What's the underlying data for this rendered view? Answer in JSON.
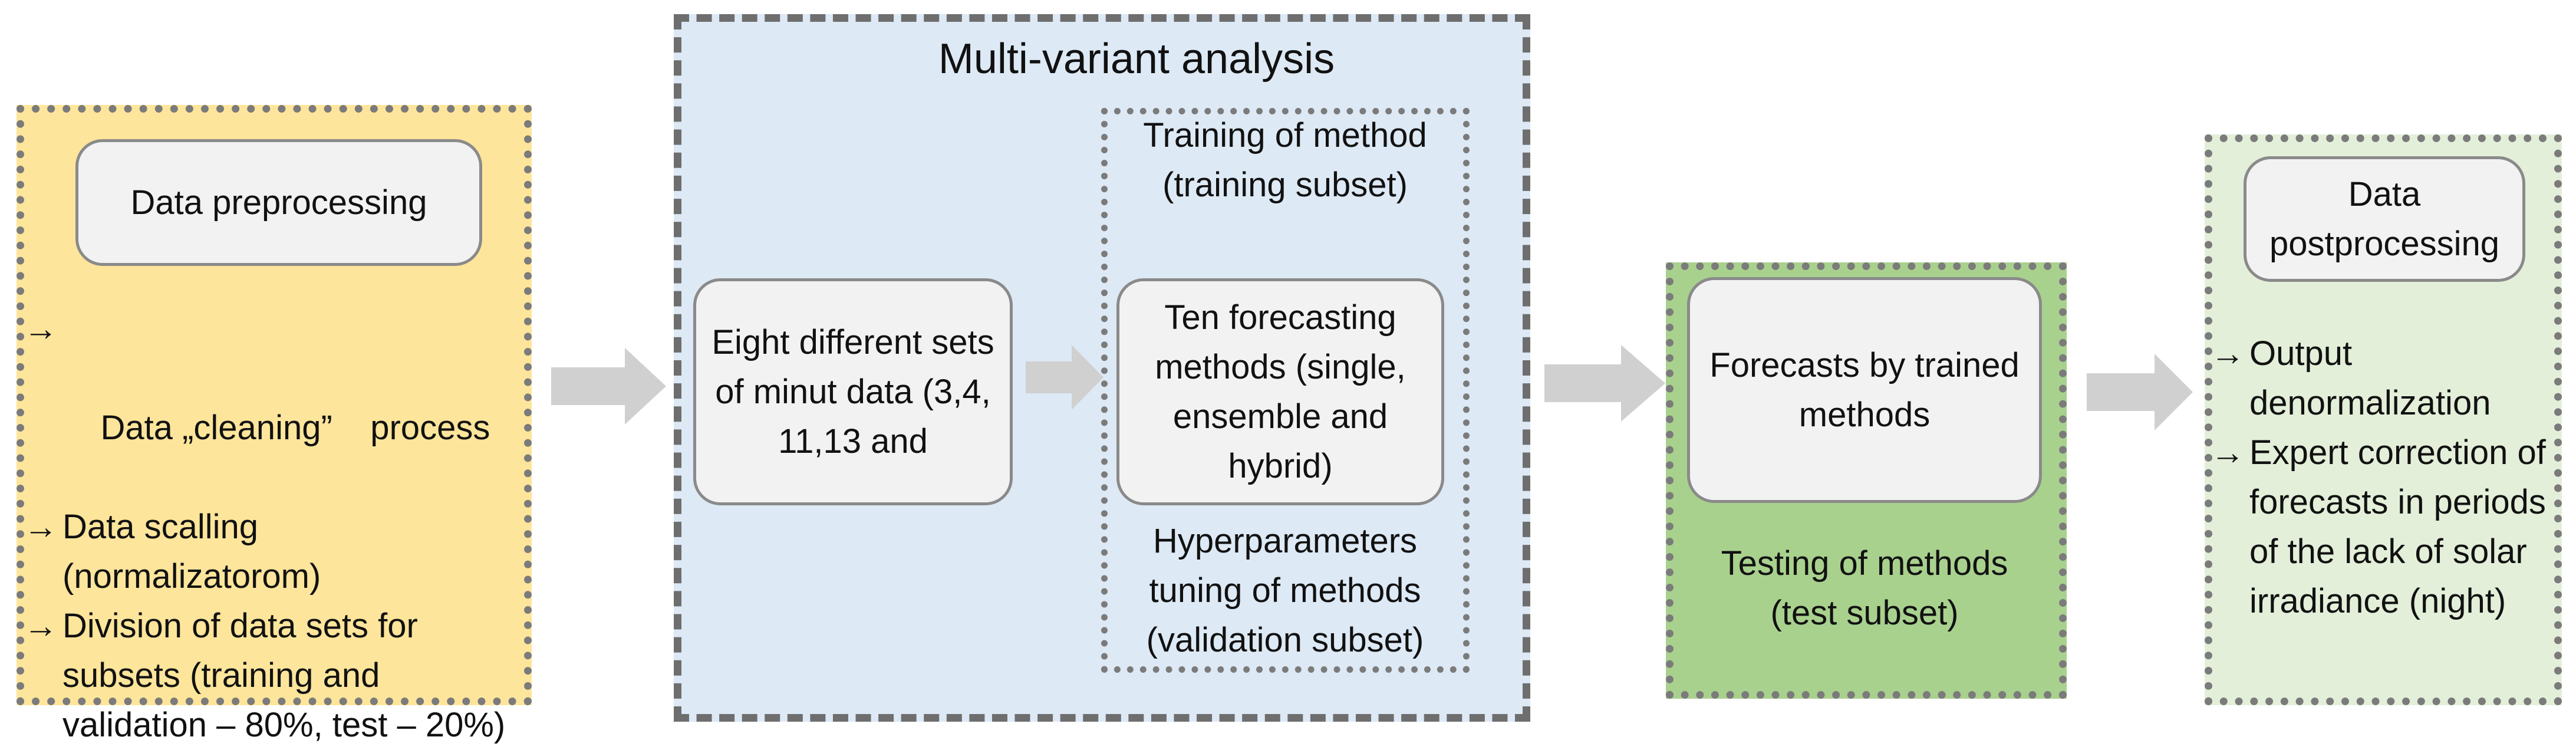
{
  "colors": {
    "preprocessing_fill": "#fde59b",
    "analysis_fill": "#dde9f5",
    "testing_fill": "#a9d18e",
    "postprocessing_fill": "#e3efd9",
    "box_fill": "#f2f2f2",
    "flow_arrow": "#d0d0d0"
  },
  "preprocessing": {
    "title": "Data preprocessing",
    "bullet_symbol": "→",
    "steps": [
      "Data „cleaning”    process",
      "Data scalling (normalizatorom)",
      "Division of data sets for subsets (training and validation – 80%, test – 20%)"
    ]
  },
  "analysis": {
    "title": "Multi-variant analysis",
    "datasets": "Eight different sets of minut data (3,4, 11,13 and",
    "training_header": "Training of method (training subset)",
    "methods": "Ten forecasting methods (single, ensemble and hybrid)",
    "tuning": "Hyperparameters tuning of methods (validation subset)"
  },
  "testing": {
    "forecasts": "Forecasts by trained methods",
    "title": "Testing of methods (test subset)"
  },
  "postprocessing": {
    "title": "Data postprocessing",
    "bullet_symbol": "→",
    "steps": [
      "Output denormalization",
      "Expert correction of forecasts in periods of the lack of solar irradiance (night)"
    ]
  },
  "flow_arrows": [
    "preprocessing-to-analysis",
    "analysis-to-testing",
    "testing-to-postprocessing"
  ]
}
